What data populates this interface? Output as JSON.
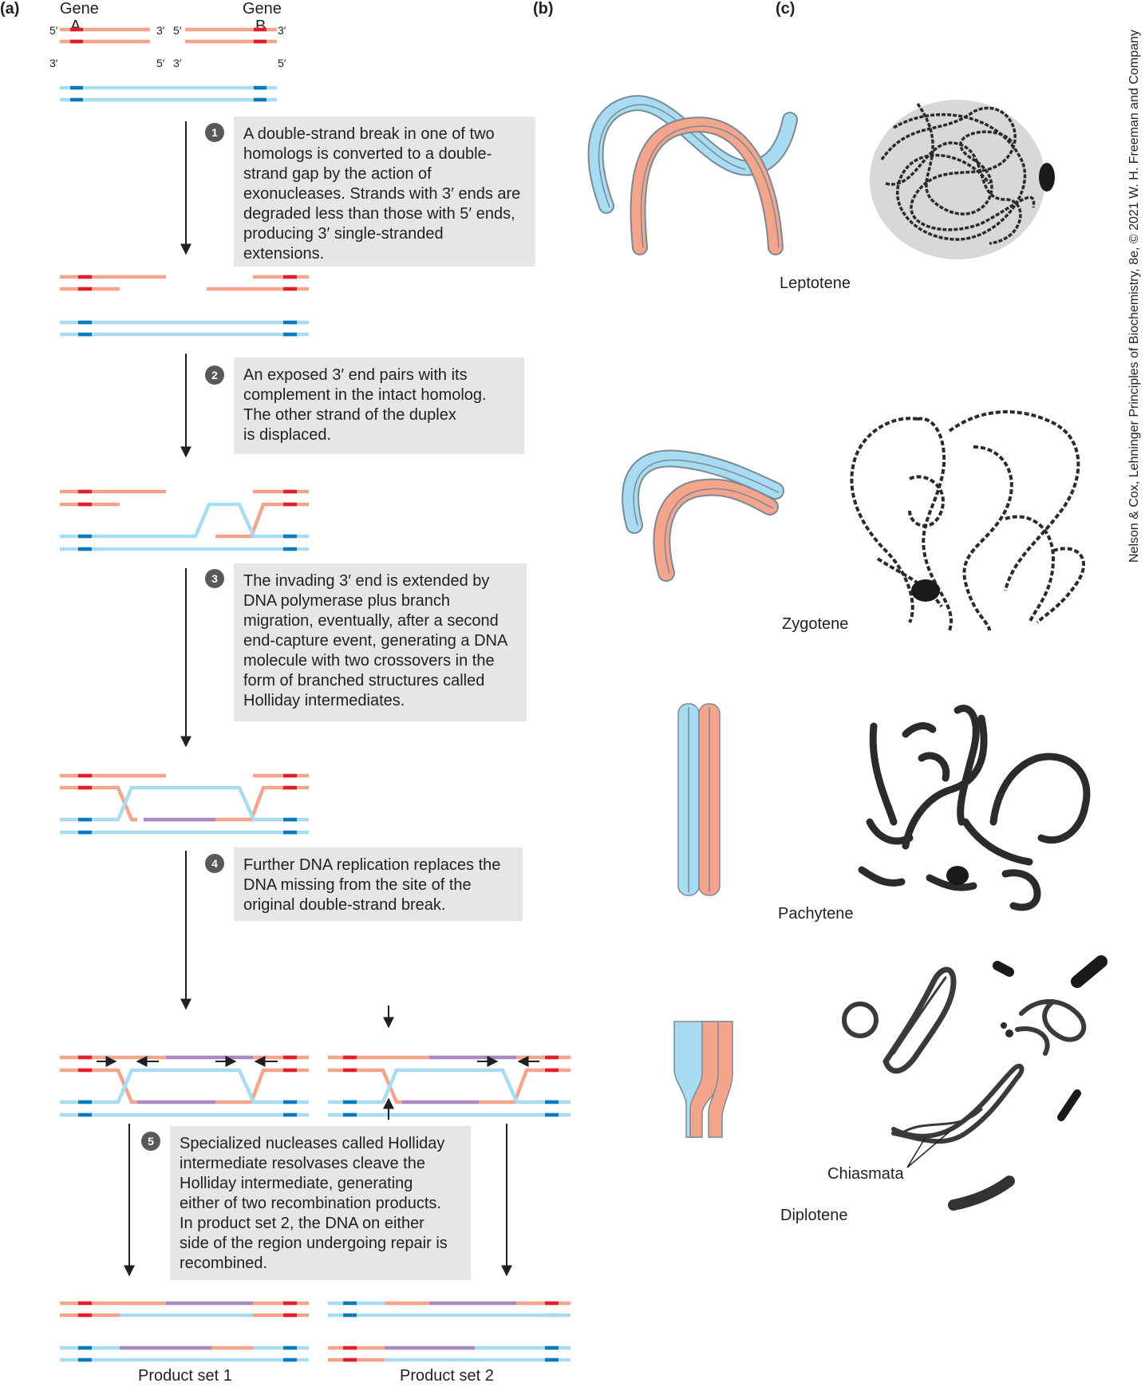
{
  "panel_labels": {
    "a": "(a)",
    "b": "(b)",
    "c": "(c)"
  },
  "genes": {
    "left_word": "Gene",
    "left_letter": "A",
    "right_word": "Gene",
    "right_letter": "B"
  },
  "ends": {
    "five_prime": "5′",
    "three_prime": "3′"
  },
  "steps": [
    {
      "number": "1",
      "text": "A double-strand break in one of two\nhomologs is converted to a double-\nstrand gap by the action of\nexonucleases. Strands with 3′ ends are\ndegraded less than those with 5′ ends,\nproducing 3′ single-stranded\nextensions."
    },
    {
      "number": "2",
      "text": "An exposed 3′ end pairs with its\ncomplement in the intact homolog.\nThe other strand of the duplex\nis displaced."
    },
    {
      "number": "3",
      "text": "The invading 3′ end is extended by\nDNA polymerase plus branch\nmigration, eventually, after a second\nend-capture event, generating a DNA\nmolecule with two crossovers in the\nform of branched structures called\nHolliday intermediates."
    },
    {
      "number": "4",
      "text": "Further DNA replication replaces the\nDNA missing from the site of the\noriginal double-strand break."
    },
    {
      "number": "5",
      "text": "Specialized nucleases called Holliday\nintermediate resolvases cleave the\nHolliday intermediate, generating\neither of two recombination products.\nIn product set 2, the DNA on either\nside of the region undergoing repair is\nrecombined."
    }
  ],
  "products": {
    "set1": "Product set 1",
    "set2": "Product set 2"
  },
  "stages": {
    "leptotene": "Leptotene",
    "zygotene": "Zygotene",
    "pachytene": "Pachytene",
    "diplotene": "Diplotene",
    "chiasmata": "Chiasmata"
  },
  "credit": "Nelson & Cox, Lehninger Principles of Biochemistry, 8e, © 2021 W. H. Freeman and Company",
  "colors": {
    "salmon": "#f4a58c",
    "red": "#e21e2a",
    "light_blue": "#a8dcf2",
    "blue": "#0a79be",
    "purple": "#a888c0",
    "gray_box": "#e6e6e6",
    "badge": "#58595b"
  }
}
